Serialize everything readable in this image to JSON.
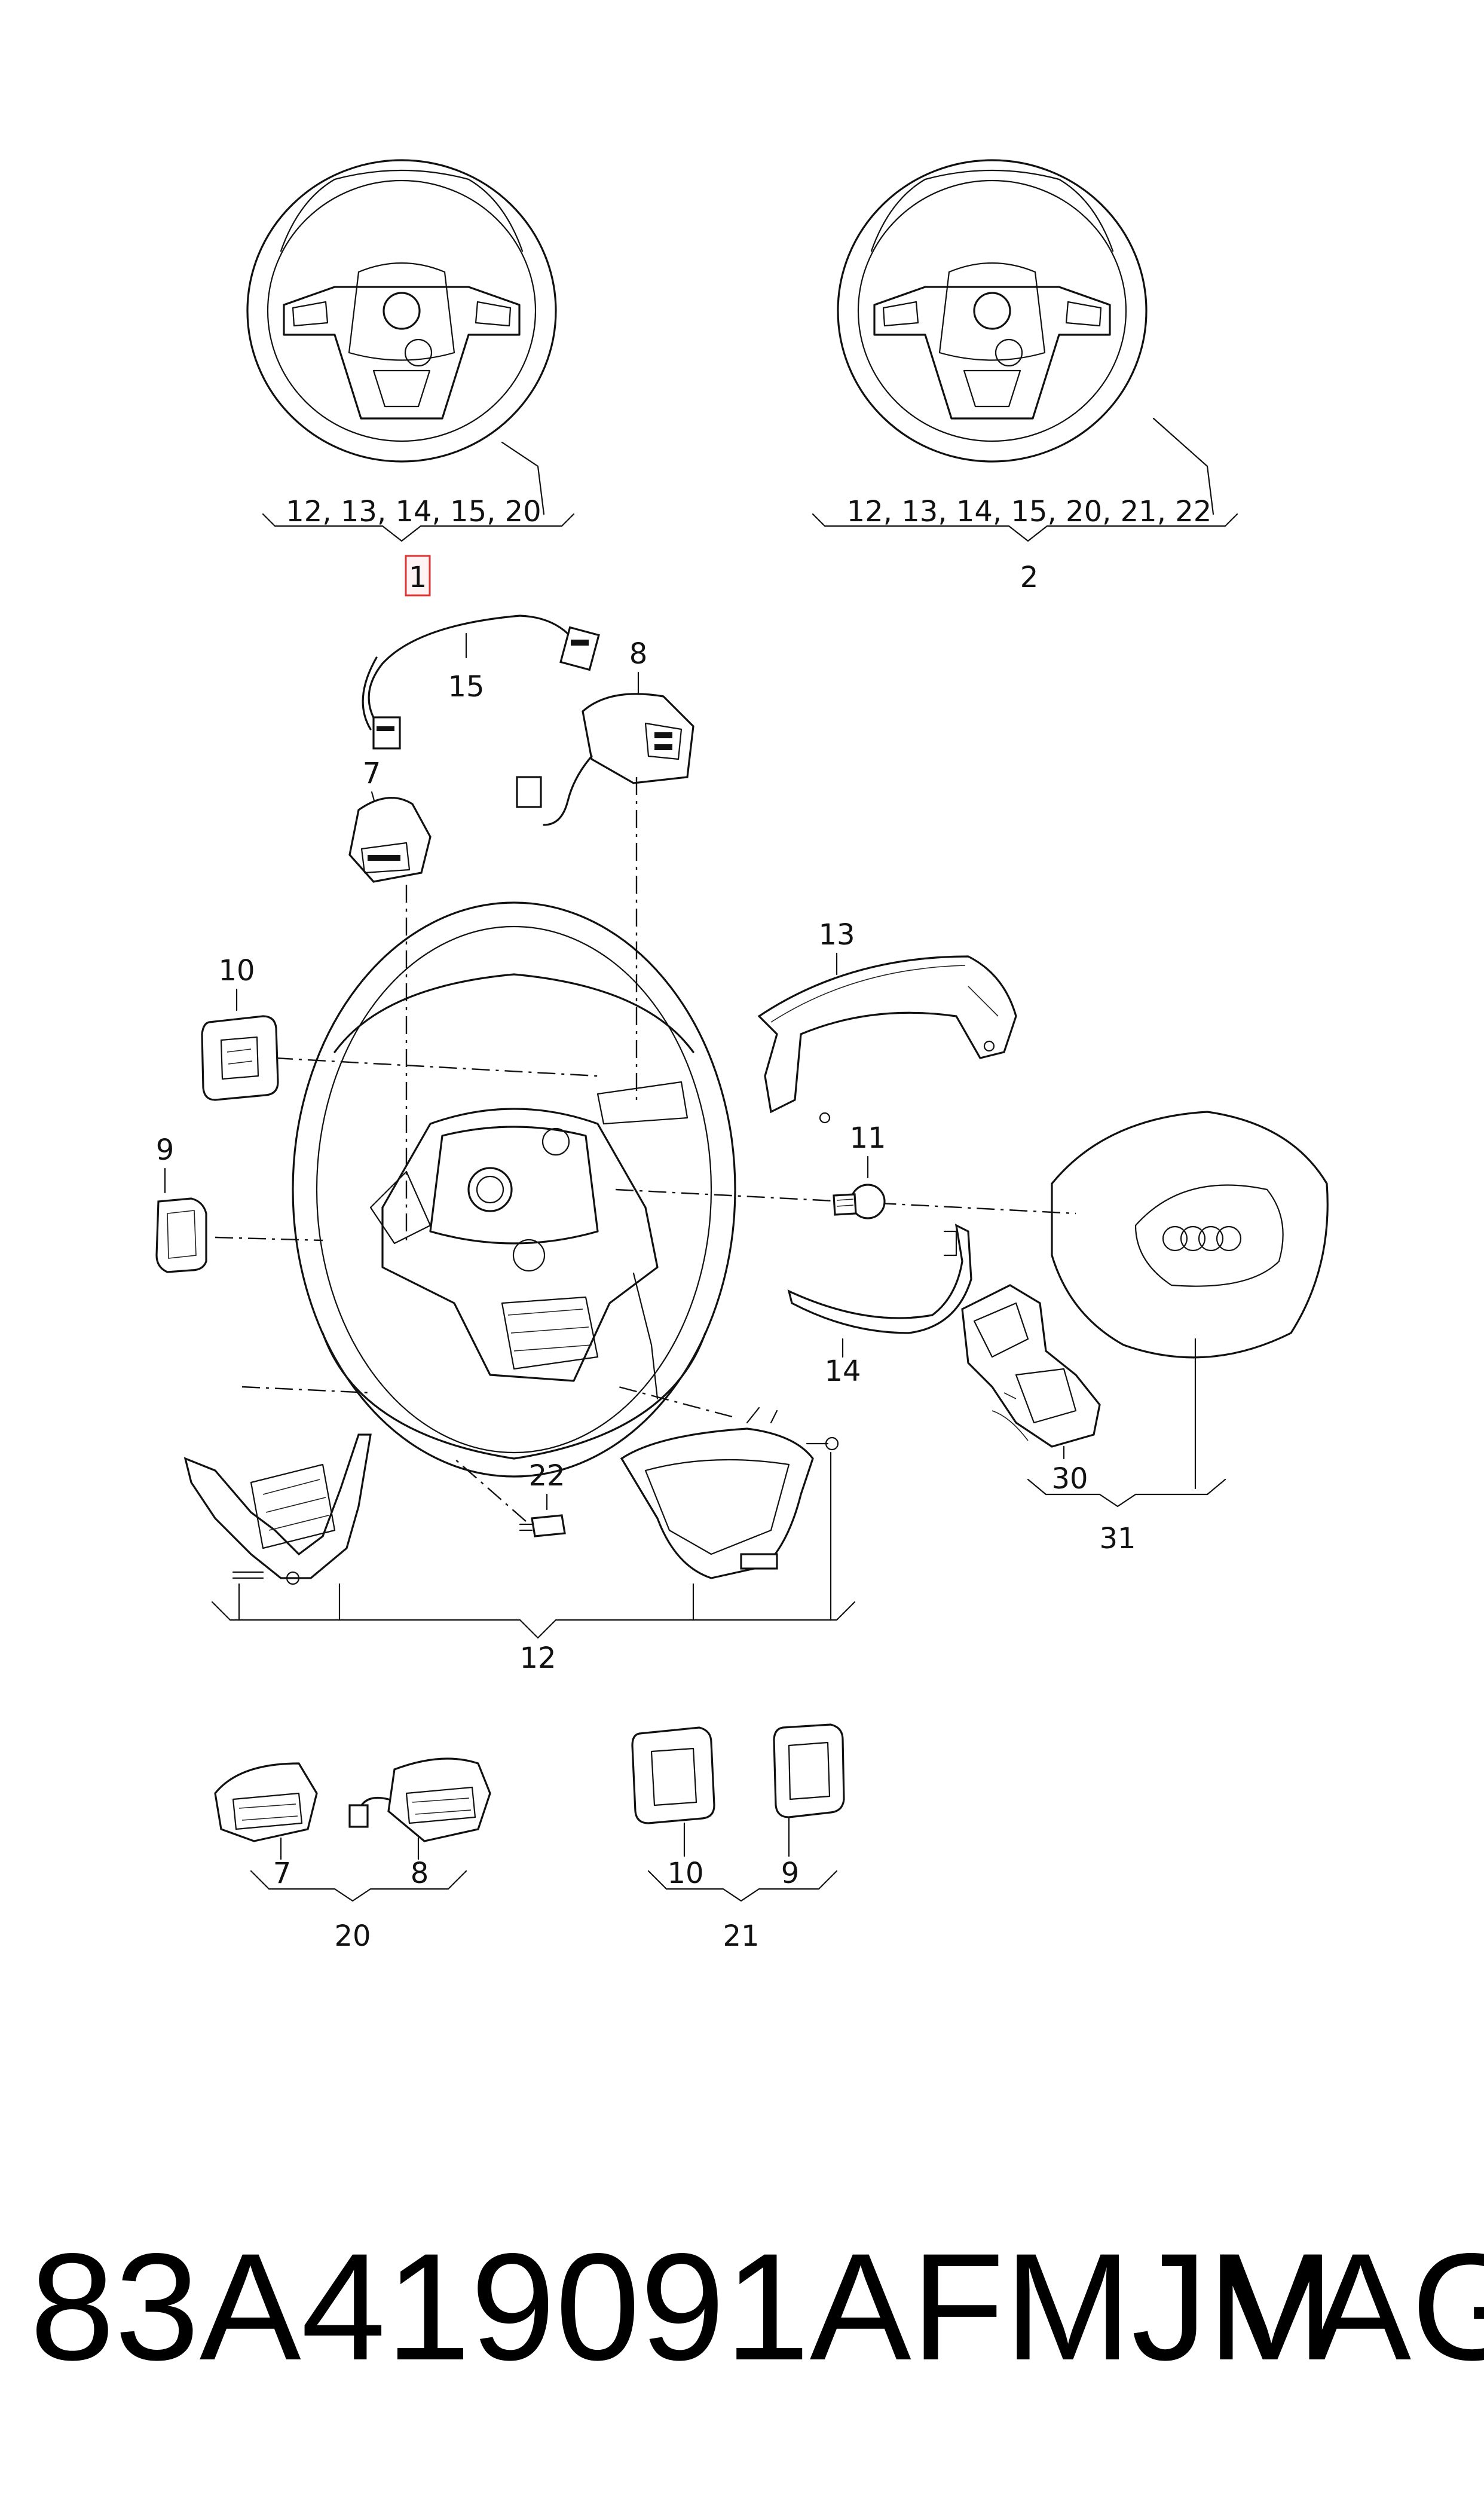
{
  "diagram": {
    "labels": {
      "wheel1_group": "12, 13, 14, 15, 20",
      "wheel1_id": "1",
      "wheel2_group": "12, 13, 14, 15, 20, 21, 22",
      "wheel2_id": "2",
      "p15": "15",
      "p8_top": "8",
      "p7_top": "7",
      "p13": "13",
      "p10_left": "10",
      "p9_left": "9",
      "p11": "11",
      "p14": "14",
      "p30": "30",
      "p31": "31",
      "p22": "22",
      "p12": "12",
      "p7_bottom": "7",
      "p8_bottom": "8",
      "p20": "20",
      "p10_bottom": "10",
      "p9_bottom": "9",
      "p21": "21"
    }
  },
  "footer": {
    "part_number": "83A419091AFMJM",
    "brand": "VAG"
  }
}
